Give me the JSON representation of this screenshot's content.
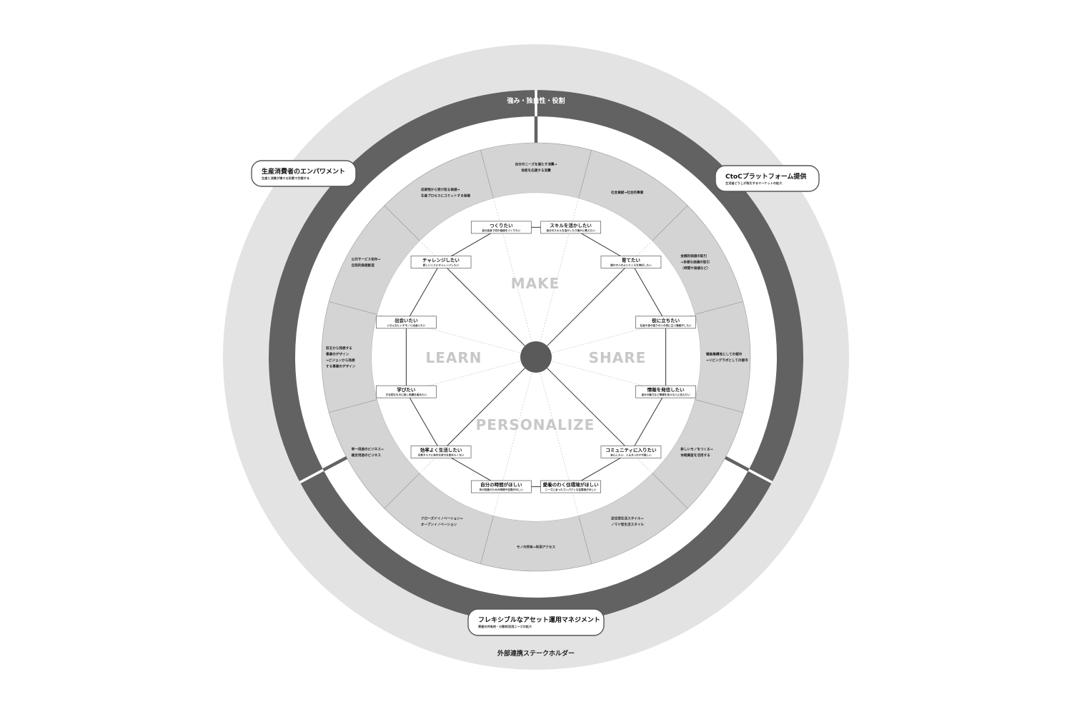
{
  "colors": {
    "outer_ring": "#e3e3e4",
    "dark_ring": "#636263",
    "segment_fill": "#d4d4d5",
    "segment_line": "#9a9a9a",
    "hub": "#5b5a5b",
    "quadrant_text": "#c8c8c8"
  },
  "labels": {
    "top_ring": "強み・独自性・役割",
    "bottom_outer": "外部連携ステークホルダー"
  },
  "callouts": [
    {
      "id": "empowerment",
      "title": "生産消費者のエンパワメント",
      "subtitle": "生産と消費が様々な形態で交錯する"
    },
    {
      "id": "ctoc",
      "title": "CtoCプラットフォーム提供",
      "subtitle": "生活者どうしが取引するマーケットの拡大"
    },
    {
      "id": "asset",
      "title": "フレキシブルなアセット運用マネジメント",
      "subtitle": "資産の共有的・分割的活用ニーズの拡大"
    }
  ],
  "segments": [
    {
      "lines": [
        "自分のニーズを満たす消費→",
        "他者を応援する消費"
      ]
    },
    {
      "lines": [
        "社会貢献→社会的事業"
      ]
    },
    {
      "lines": [
        "金銭的価値の取引",
        "→多様な価値の取引",
        "（時間や価値など）"
      ]
    },
    {
      "lines": [
        "職能集積地としての都市",
        "→リビングラボとしての都市"
      ]
    },
    {
      "lines": [
        "新しいモノをつくる→",
        "休眠資産を活用する"
      ]
    },
    {
      "lines": [
        "定住型生活スタイル→",
        "ノマド型生活スタイル"
      ]
    },
    {
      "lines": [
        "モノの所有→利用アクセス"
      ]
    },
    {
      "lines": [
        "クローズドイノベーション→",
        "オープンイノベーション"
      ]
    },
    {
      "lines": [
        "単一用途のビジネス→",
        "複合用途のビジネス"
      ]
    },
    {
      "lines": [
        "収支から発想する",
        "事業のデザイン",
        "→ビジョンから発想",
        "する事業のデザイン"
      ]
    },
    {
      "lines": [
        "公共サービス依存→",
        "自発的価値創造"
      ]
    },
    {
      "lines": [
        "成果物から受け取る価値→",
        "生産プロセスにコミットする価値"
      ]
    }
  ],
  "quadrants": [
    "MAKE",
    "SHARE",
    "PERSONALIZE",
    "LEARN"
  ],
  "nodes": [
    {
      "title": "スキルを活かしたい",
      "sub": "自分のスキルを活かしたり誰かに教えたい"
    },
    {
      "title": "育てたい",
      "sub": "誰かの人のよいところを伸ばしたい"
    },
    {
      "title": "役に立ちたい",
      "sub": "社会や身の回りの人の役に立つ貢献がしたい"
    },
    {
      "title": "情報を発信したい",
      "sub": "自分の魅力など情報を色々な人に伝えたい"
    },
    {
      "title": "コミュニティに入りたい",
      "sub": "安心したい、入るきっかけが欲しい"
    },
    {
      "title": "愛着のわく住環境がほしい",
      "sub": "ニーズに合ったコンパクトな住環境がほしい"
    },
    {
      "title": "自分の時間がほしい",
      "sub": "気の知恵のための時間や空間がほしい"
    },
    {
      "title": "効率よく生活したい",
      "sub": "日常タスクに余計な労力を割きたくない"
    },
    {
      "title": "学びたい",
      "sub": "文化的なものに接し知識を高めたい"
    },
    {
      "title": "出会いたい",
      "sub": "いろんなヒトやモノと出会いたい"
    },
    {
      "title": "チャレンジしたい",
      "sub": "新しいことにチャレンジしたい"
    },
    {
      "title": "つくりたい",
      "sub": "自分自身で何か価値をつくりたい"
    }
  ]
}
